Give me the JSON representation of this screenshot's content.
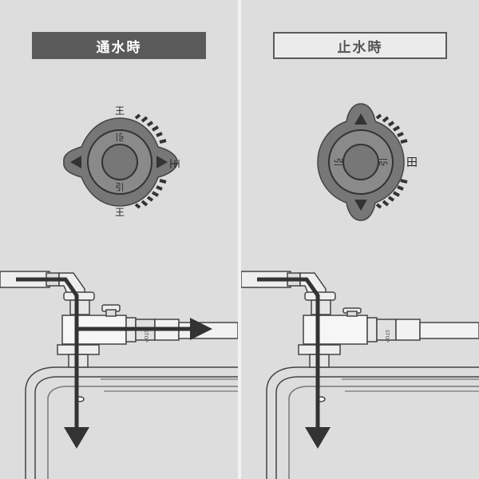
{
  "panels": [
    {
      "title": "通水時",
      "state": "water-flowing"
    },
    {
      "title": "止水時",
      "state": "water-stopped"
    }
  ],
  "knob_marks": {
    "push": "引",
    "pull": "引",
    "side": "王",
    "open_mark": "田"
  },
  "stopper_text": "STOP",
  "colors": {
    "label_fill": "#5a5a5a",
    "arrow": "#333333",
    "knob": "#777777",
    "background": "#dddddd"
  }
}
